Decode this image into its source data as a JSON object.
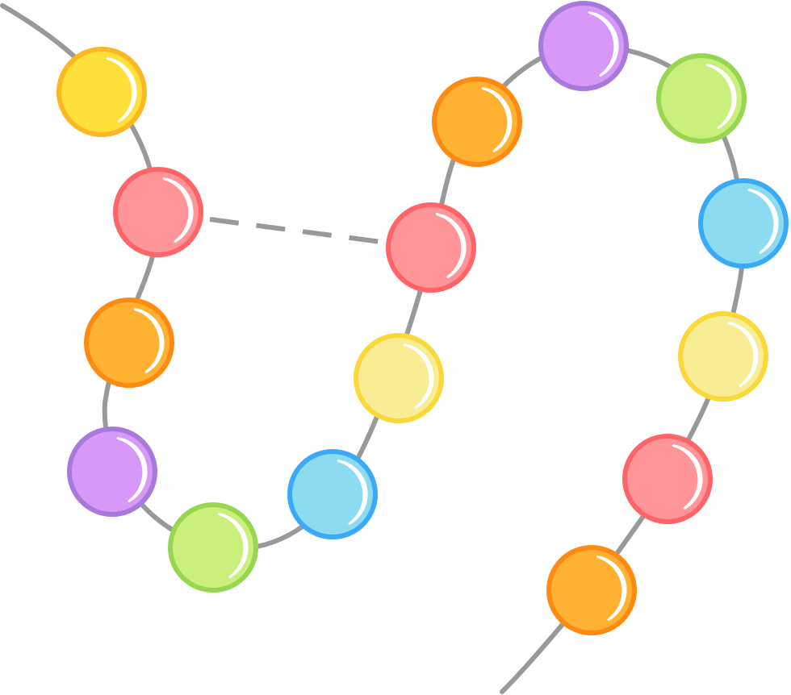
{
  "palette": {
    "string": "#999999",
    "highlight": "#ffffff",
    "yellow": {
      "fill": "#ffdf3a",
      "stroke": "#fbb824"
    },
    "pink": {
      "fill": "#ff9598",
      "stroke": "#ff6468"
    },
    "orange": {
      "fill": "#ffb132",
      "stroke": "#ff8a12"
    },
    "purple": {
      "fill": "#d898f7",
      "stroke": "#a679db"
    },
    "green": {
      "fill": "#c9ef7c",
      "stroke": "#98d550"
    },
    "blue": {
      "fill": "#8bdcf0",
      "stroke": "#3aaaf6"
    },
    "cream": {
      "fill": "#f8ec94",
      "stroke": "#fbd83a"
    }
  },
  "strand_a_beads": [
    "yellow",
    "pink",
    "orange",
    "purple",
    "green",
    "blue",
    "cream",
    "pink",
    "orange",
    "purple",
    "green",
    "blue",
    "cream",
    "pink",
    "orange"
  ],
  "link": {
    "from_bead": 1,
    "to_bead": 7,
    "style": "dashed"
  }
}
